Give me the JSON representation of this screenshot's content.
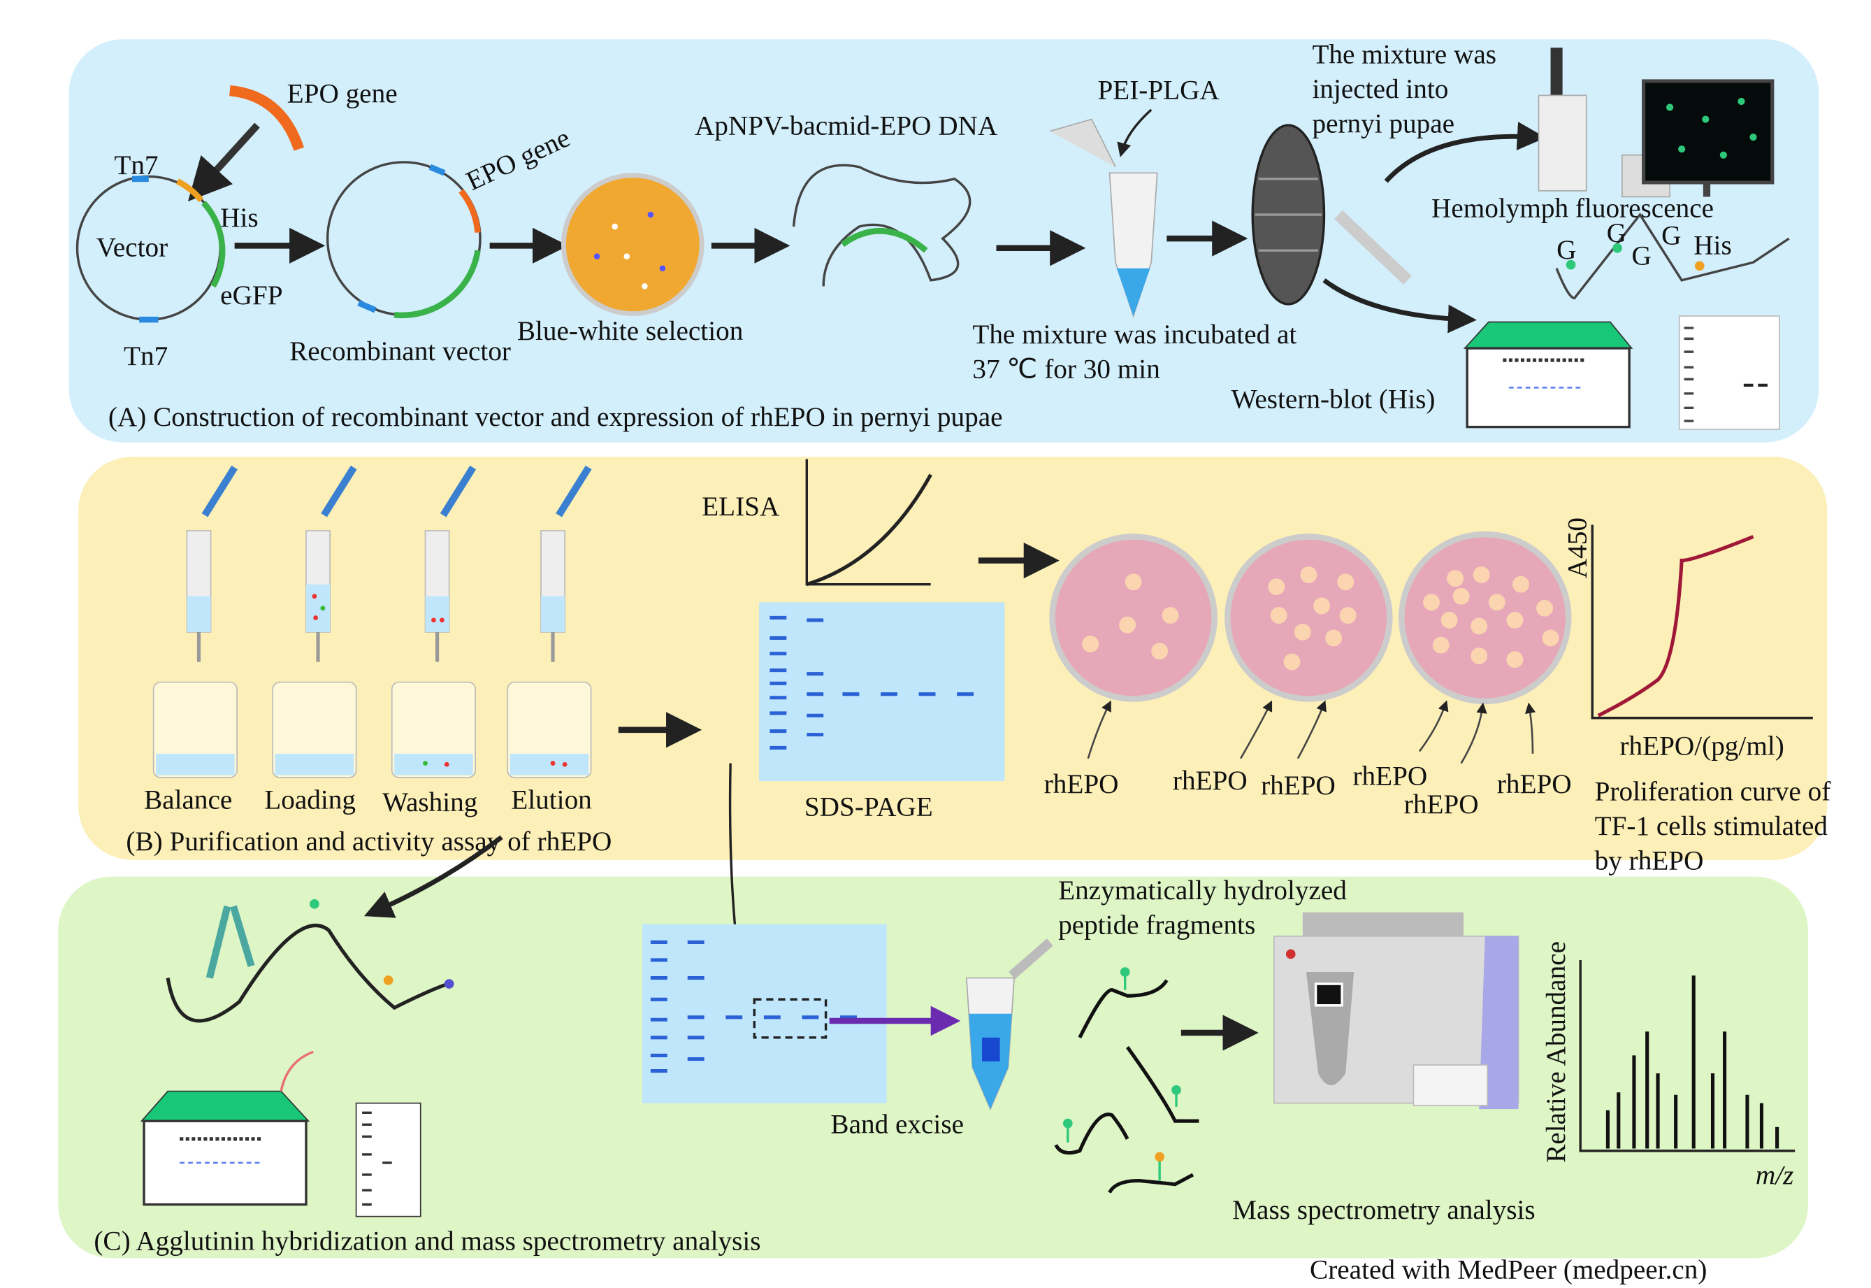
{
  "colors": {
    "panel_a": "#d3effb",
    "panel_b": "#fcefb8",
    "panel_c": "#def5c6",
    "gel": "#bfe6fb",
    "band": "#2a62d6",
    "plate": "#e6a8b8",
    "gfp": "#3ab24a",
    "epo": "#f06a1e"
  },
  "panel_a": {
    "caption": "(A) Construction of recombinant vector and expression of rhEPO in pernyi pupae",
    "epo_gene": "EPO gene",
    "tn7_top": "Tn7",
    "tn7_bottom": "Tn7",
    "vector": "Vector",
    "his": "His",
    "egfp": "eGFP",
    "epo_gene_vector": "EPO gene",
    "recombinant_vector": "Recombinant vector",
    "blue_white": "Blue-white selection",
    "bacmid": "ApNPV-bacmid-EPO DNA",
    "pei_plga": "PEI-PLGA",
    "incubated_1": "The mixture was incubated at",
    "incubated_2": "37 ℃ for 30 min",
    "injected_1": "The mixture was",
    "injected_2": "injected into",
    "injected_3": "pernyi pupae",
    "hemolymph": "Hemolymph fluorescence",
    "glycan_labels": [
      "G",
      "G",
      "G",
      "G"
    ],
    "his_tag": "His",
    "western": "Western-blot (His)"
  },
  "panel_b": {
    "caption": "(B) Purification and activity assay of rhEPO",
    "steps": [
      "Balance",
      "Loading",
      "Washing",
      "Elution"
    ],
    "elisa": "ELISA",
    "sds_page": "SDS-PAGE",
    "rhepo_labels": [
      "rhEPO",
      "rhEPO",
      "rhEPO",
      "rhEPO",
      "rhEPO",
      "rhEPO"
    ],
    "curve_ylabel": "A450",
    "curve_xlabel": "rhEPO/(pg/ml)",
    "curve_caption_1": "Proliferation curve of",
    "curve_caption_2": "TF-1 cells stimulated",
    "curve_caption_3": "by rhEPO"
  },
  "panel_c": {
    "caption": "(C) Agglutinin hybridization and mass spectrometry analysis",
    "band_excise": "Band excise",
    "enzymatic_1": "Enzymatically hydrolyzed",
    "enzymatic_2": "peptide fragments",
    "ms_analysis": "Mass spectrometry analysis",
    "ms_ylabel": "Relative Abundance",
    "ms_xlabel": "m/z"
  },
  "credit": "Created with MedPeer (medpeer.cn)"
}
